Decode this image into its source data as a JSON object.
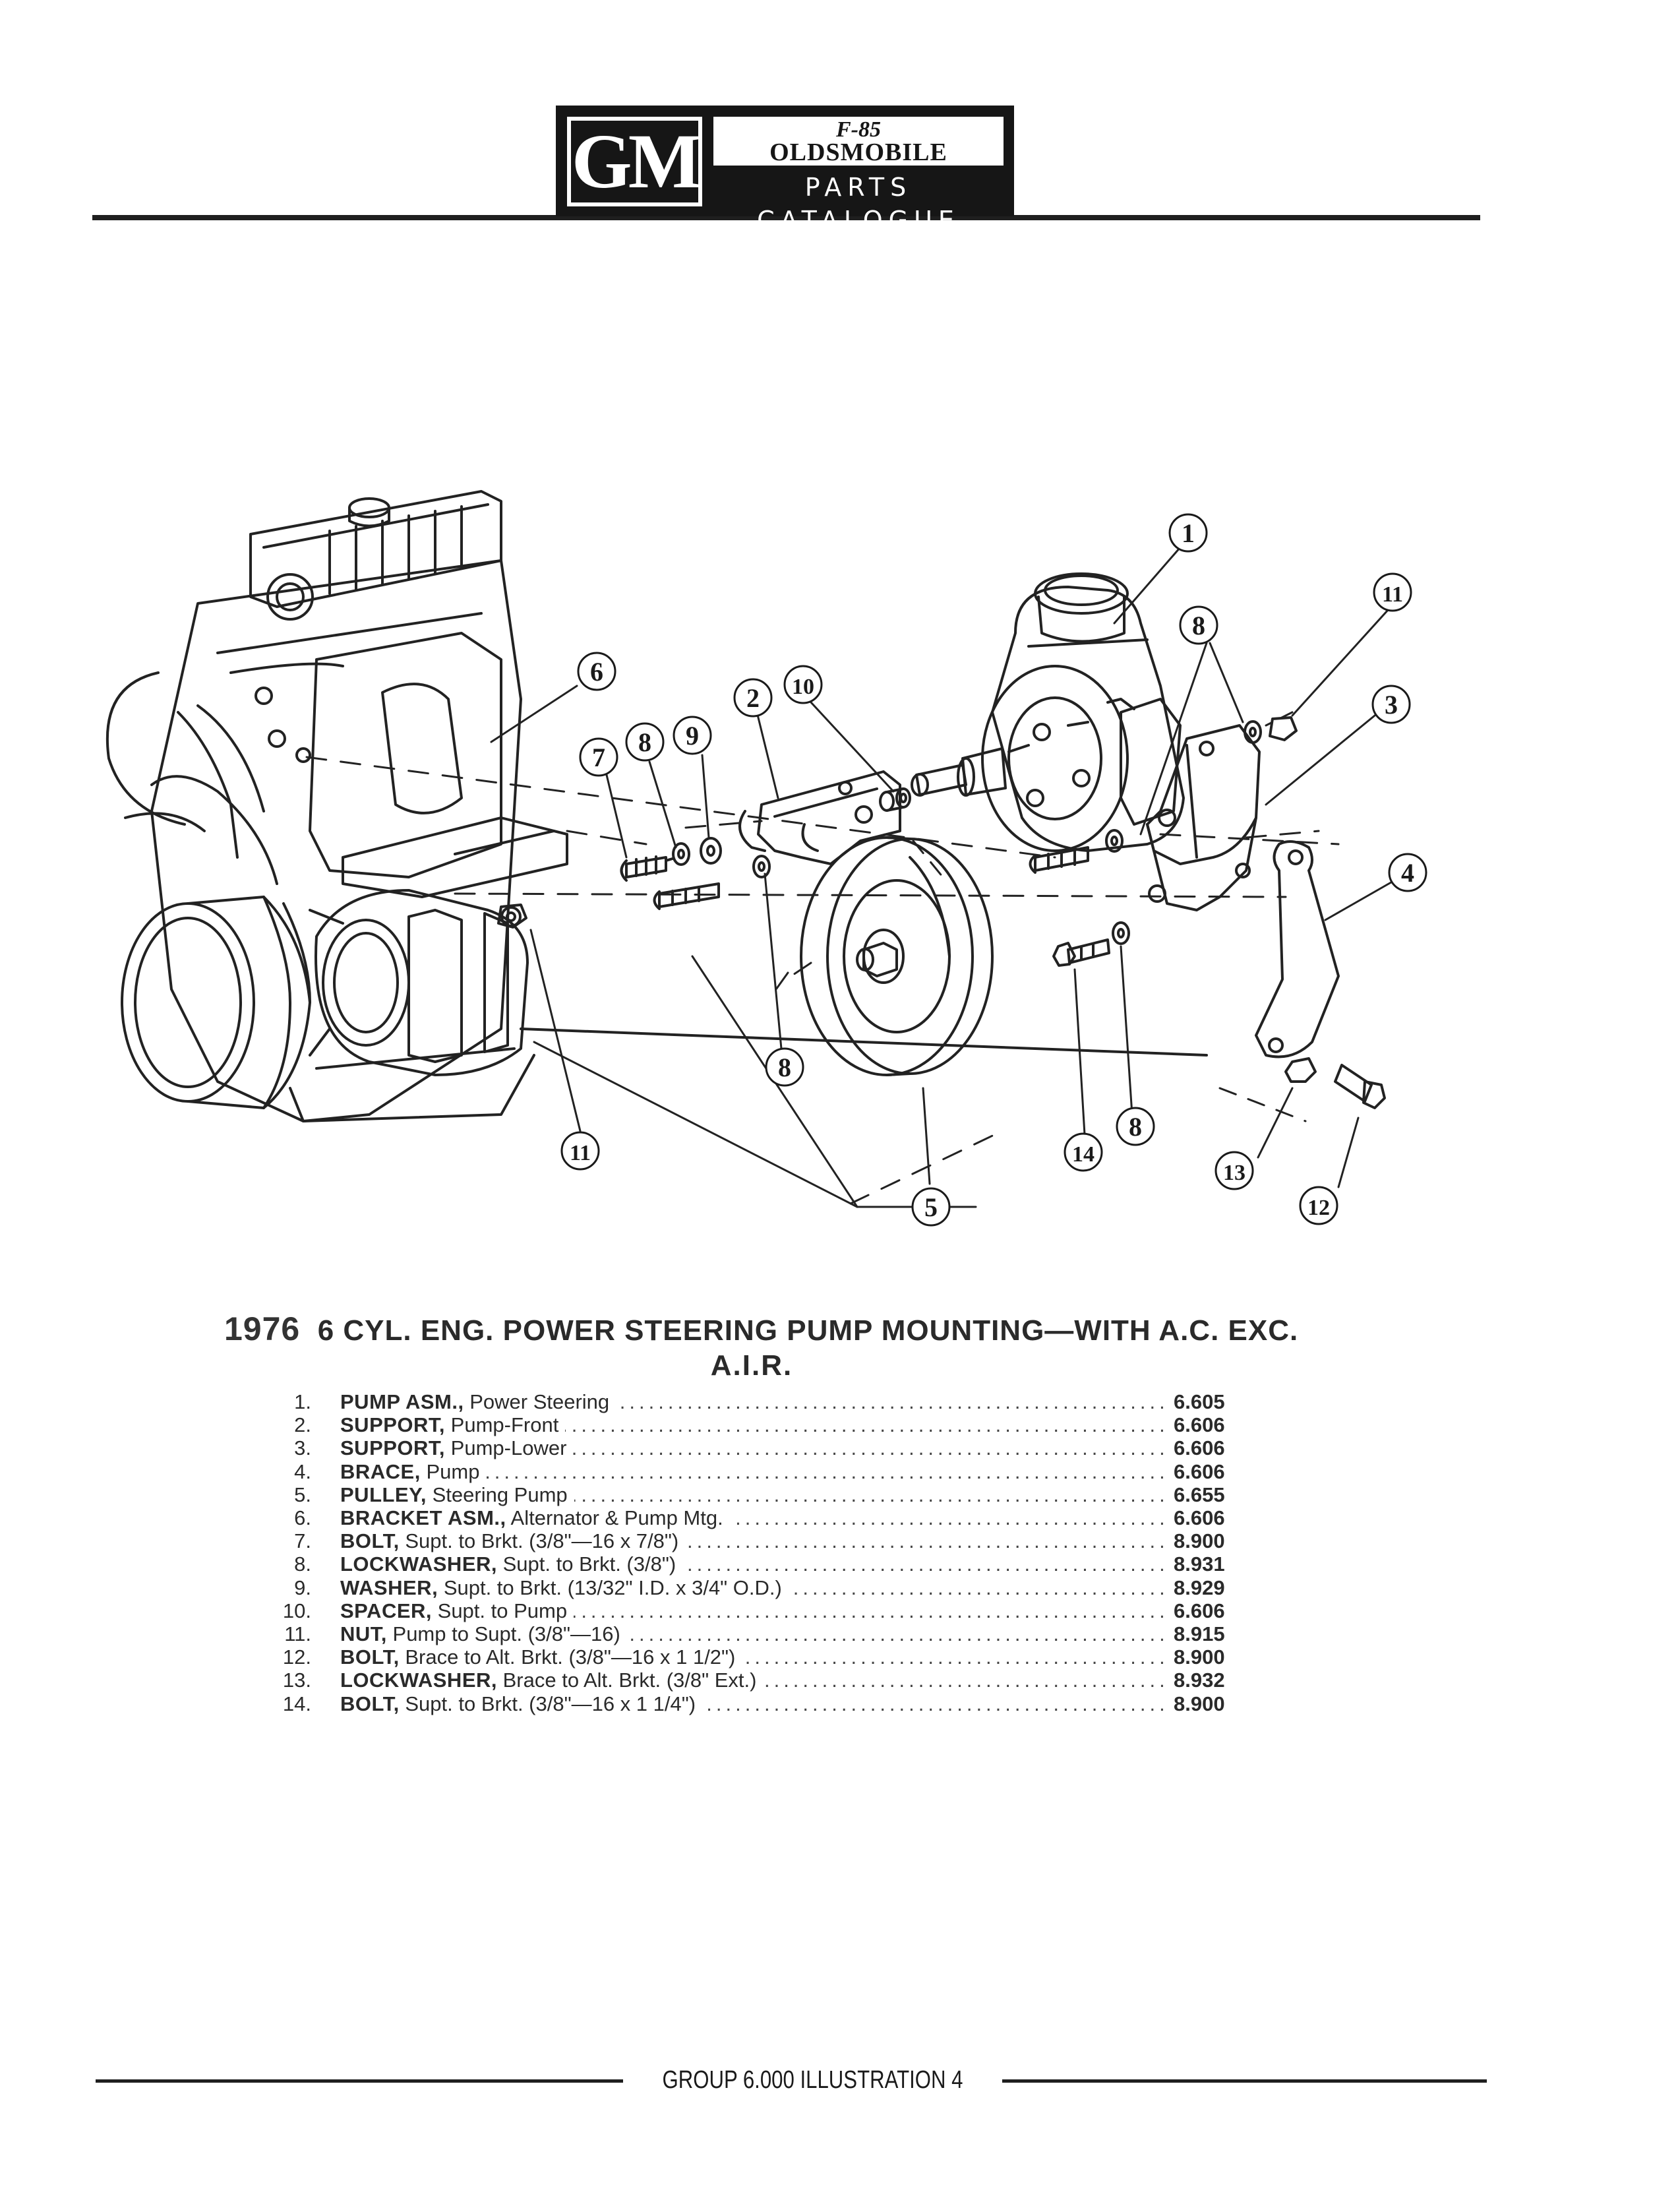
{
  "header": {
    "logo_text": "GM",
    "f85_mark": "F-85",
    "brand": "OLDSMOBILE",
    "catalogue": "PARTS CATALOGUE"
  },
  "title": {
    "year": "1976",
    "line1": "6 CYL. ENG. POWER STEERING PUMP MOUNTING—WITH A.C. EXC.",
    "line2": "A.I.R."
  },
  "callouts": [
    "1",
    "2",
    "3",
    "4",
    "5",
    "6",
    "7",
    "8",
    "9",
    "10",
    "11",
    "12",
    "13",
    "14"
  ],
  "parts": [
    {
      "num": "1.",
      "name": "PUMP ASM.,",
      "desc": "Power Steering",
      "group": "6.605"
    },
    {
      "num": "2.",
      "name": "SUPPORT,",
      "desc": "Pump-Front",
      "group": "6.606"
    },
    {
      "num": "3.",
      "name": "SUPPORT,",
      "desc": "Pump-Lower",
      "group": "6.606"
    },
    {
      "num": "4.",
      "name": "BRACE,",
      "desc": "Pump",
      "group": "6.606"
    },
    {
      "num": "5.",
      "name": "PULLEY,",
      "desc": "Steering Pump",
      "group": "6.655"
    },
    {
      "num": "6.",
      "name": "BRACKET ASM.,",
      "desc": "Alternator & Pump Mtg.",
      "group": "6.606"
    },
    {
      "num": "7.",
      "name": "BOLT,",
      "desc": "Supt. to Brkt. (3/8\"—16 x 7/8\")",
      "group": "8.900"
    },
    {
      "num": "8.",
      "name": "LOCKWASHER,",
      "desc": "Supt. to Brkt. (3/8\")",
      "group": "8.931"
    },
    {
      "num": "9.",
      "name": "WASHER,",
      "desc": "Supt. to Brkt. (13/32\" I.D. x 3/4\" O.D.)",
      "group": "8.929"
    },
    {
      "num": "10.",
      "name": "SPACER,",
      "desc": "Supt. to Pump",
      "group": "6.606"
    },
    {
      "num": "11.",
      "name": "NUT,",
      "desc": "Pump to Supt. (3/8\"—16)",
      "group": "8.915"
    },
    {
      "num": "12.",
      "name": "BOLT,",
      "desc": "Brace to Alt. Brkt. (3/8\"—16 x 1 1/2\")",
      "group": "8.900"
    },
    {
      "num": "13.",
      "name": "LOCKWASHER,",
      "desc": "Brace to Alt. Brkt. (3/8\" Ext.)",
      "group": "8.932"
    },
    {
      "num": "14.",
      "name": "BOLT,",
      "desc": "Supt. to Brkt. (3/8\"—16 x 1 1/4\")",
      "group": "8.900"
    }
  ],
  "footer": {
    "label": "GROUP 6.000 ILLUSTRATION 4"
  }
}
